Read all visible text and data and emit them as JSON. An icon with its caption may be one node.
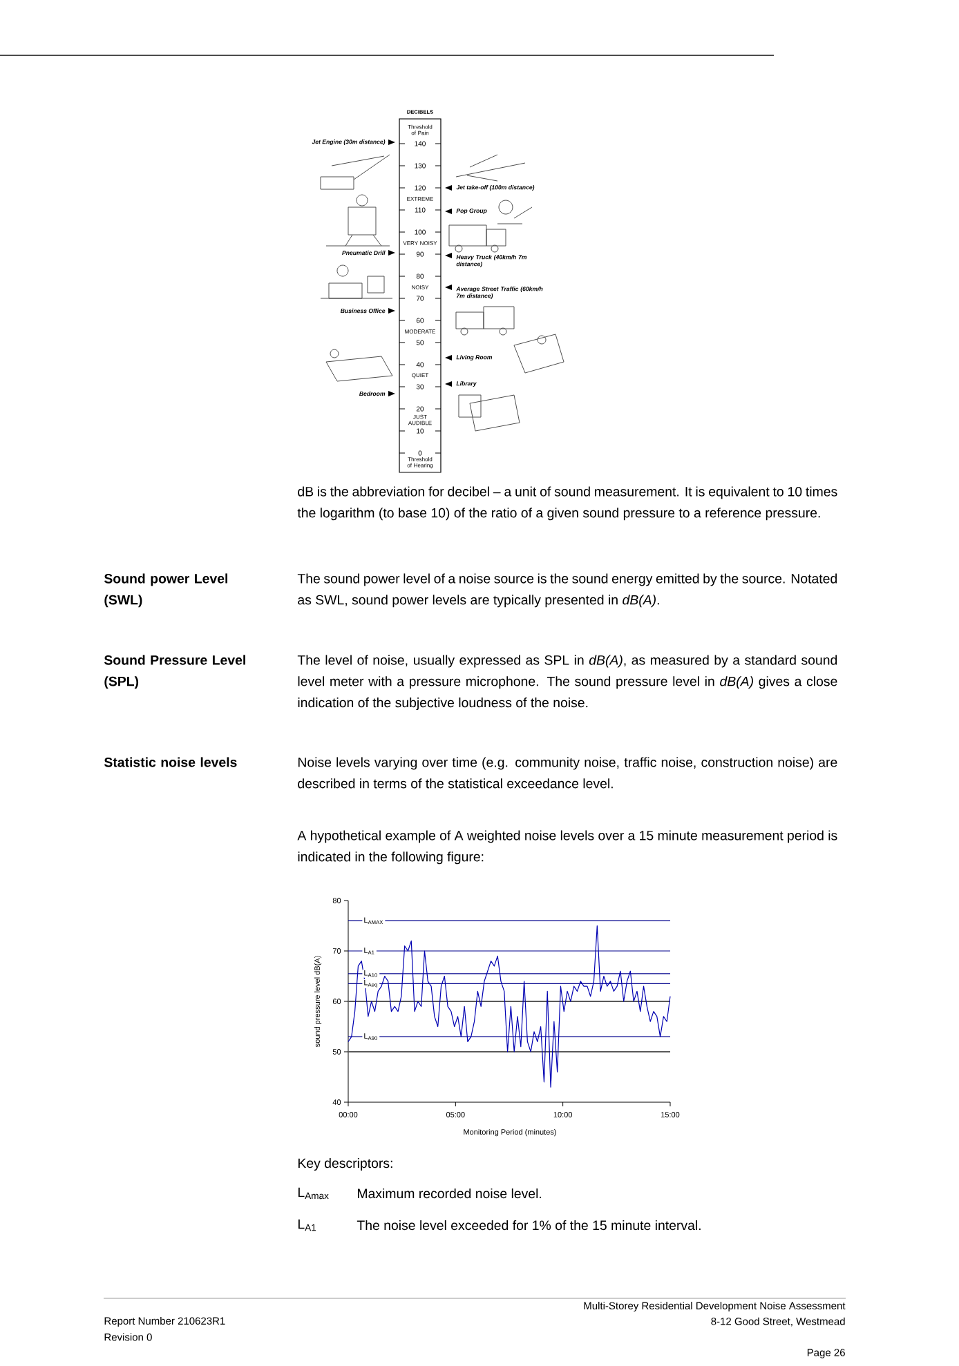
{
  "diagram": {
    "labels": [
      "DECIBELS",
      "Threshold of Pain",
      "140",
      "130",
      "120",
      "110",
      "100",
      "90",
      "80",
      "70",
      "60",
      "50",
      "40",
      "30",
      "20",
      "10",
      "0",
      "EXTREME",
      "VERY NOISY",
      "NOISY",
      "MODERATE",
      "QUIET",
      "JUST AUDIBLE",
      "Threshold of Hearing",
      "Jet Engine (30m distance)",
      "Jet take-off (100m distance)",
      "Pop Group",
      "Pneumatic Drill",
      "Heavy Truck (40km/h 7m distance)",
      "Average Street Traffic (60km/h 7m distance)",
      "Business Office",
      "Living Room",
      "Library",
      "Bedroom",
      "dB is the abbreviation for decibel – a unit of sound measurement. It is equivalent to 10 times the logarithm (to base 10) of the ratio of a given sound pressure to a reference pressure.",
      "Sound power Level (SWL)",
      "The sound power level of a noise source is the sound energy emitted by the source. Notated as SWL, sound power levels are typically presented in *dB(A)*.",
      "Sound Pressure Level (SPL)",
      "The level of noise, usually expressed as SPL in *dB(A)*, as measured by a standard sound level meter with a pressure microphone. The sound pressure level in *dB(A)* gives a close indication of the subjective loudness of the noise.",
      "Statistic noise levels",
      "Noise levels varying over time (e.g. community noise, traffic noise, construction noise) are described in terms of the statistical exceedance level.",
      "A hypothetical example of A weighted noise levels over a 15 minute measurement period is indicated in the following figure:",
      "80",
      "70",
      "60",
      "50",
      "40",
      "sound pressure level dB(A)",
      "L$_{AMAX}$",
      "L$_{A1}$",
      "L$_{A10}$",
      "L$_{Aeq}$",
      "L$_{A90}$",
      "00:00",
      "05:00",
      "10:00",
      "15:00",
      "Monitoring Period (minutes)",
      "Key descriptors:",
      "L$_{Amax}$",
      "Maximum recorded noise level.",
      "L$_{A1}$",
      "The noise level exceeded for 1% of the 15 minute interval.",
      "Report Number 210623R1",
      "Revision 0",
      "Multi-Storey Residential Development Noise Assessment",
      "8-12 Good Street, Westmead",
      "Page 26"
    ]
  }
}
